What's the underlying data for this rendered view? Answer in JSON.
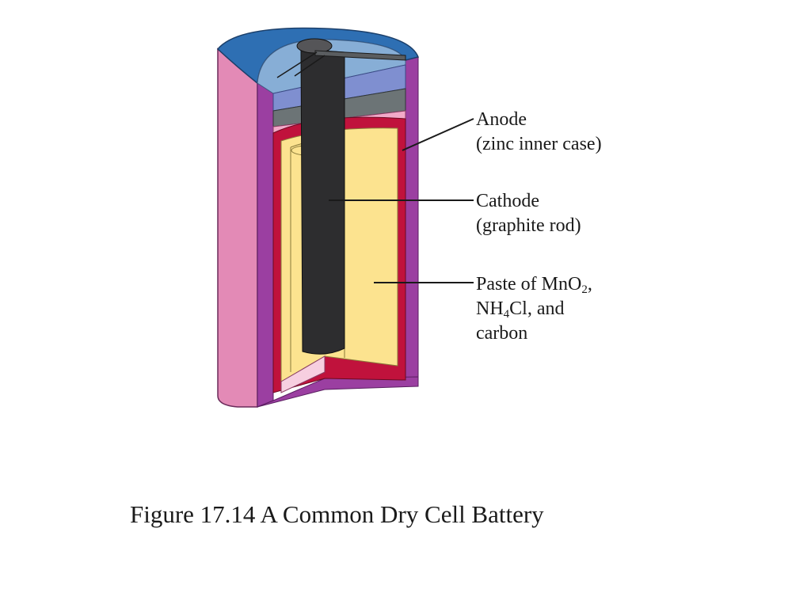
{
  "labels": {
    "anode": {
      "line1": "Anode",
      "line2": "(zinc inner case)"
    },
    "cathode": {
      "line1": "Cathode",
      "line2": "(graphite rod)"
    },
    "paste": {
      "line1_main": "Paste of MnO",
      "line1_sub": "2",
      "line1_tail": ",",
      "line2_main": "NH",
      "line2_sub": "4",
      "line2_tail": "Cl, and",
      "line3": "carbon"
    }
  },
  "caption": "Figure 17.14 A Common Dry Cell Battery",
  "colors": {
    "outer_case": "#e38ab6",
    "outer_case_dark": "#9b3fa1",
    "top_cap": "#87aed6",
    "top_rim": "#2e6fb3",
    "inner_red": "#c0123c",
    "paste": "#fce38f",
    "graphite_rod": "#2d2d2f",
    "seal": "#6c7476",
    "seal_top": "#7f8fd0",
    "leader_line": "#1a1a1a"
  }
}
